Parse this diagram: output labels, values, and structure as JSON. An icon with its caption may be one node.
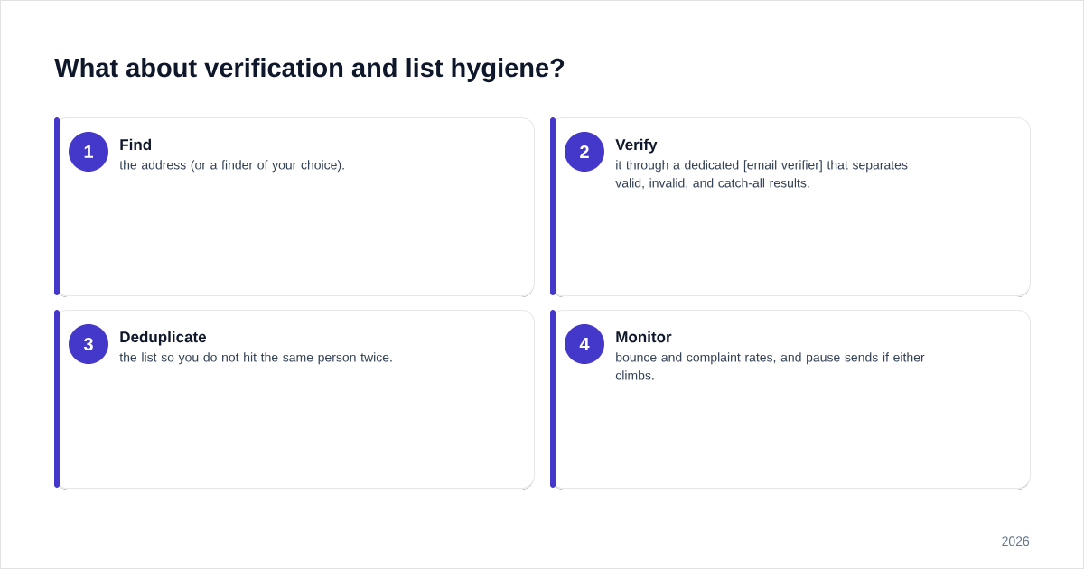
{
  "diagram": {
    "title": "What about verification and list hygiene?",
    "nodes": [
      {
        "text": [
          "Find",
          "the address (or a finder of your choice)."
        ]
      },
      {
        "text": [
          "1"
        ],
        "in": 0
      },
      {
        "text": [
          "Verify",
          "it through a dedicated [email verifier] that separates valid, invalid, and catch-all results."
        ]
      },
      {
        "text": [
          "2"
        ],
        "in": 2
      },
      {
        "text": [
          "Deduplicate",
          "the list so you do not hit the same person twice."
        ]
      },
      {
        "text": [
          "3"
        ],
        "in": 4
      },
      {
        "text": [
          "Monitor",
          "bounce and complaint rates, and pause sends if either climbs."
        ]
      },
      {
        "text": [
          "4"
        ],
        "in": 6
      }
    ],
    "labels": [
      "2026"
    ]
  }
}
